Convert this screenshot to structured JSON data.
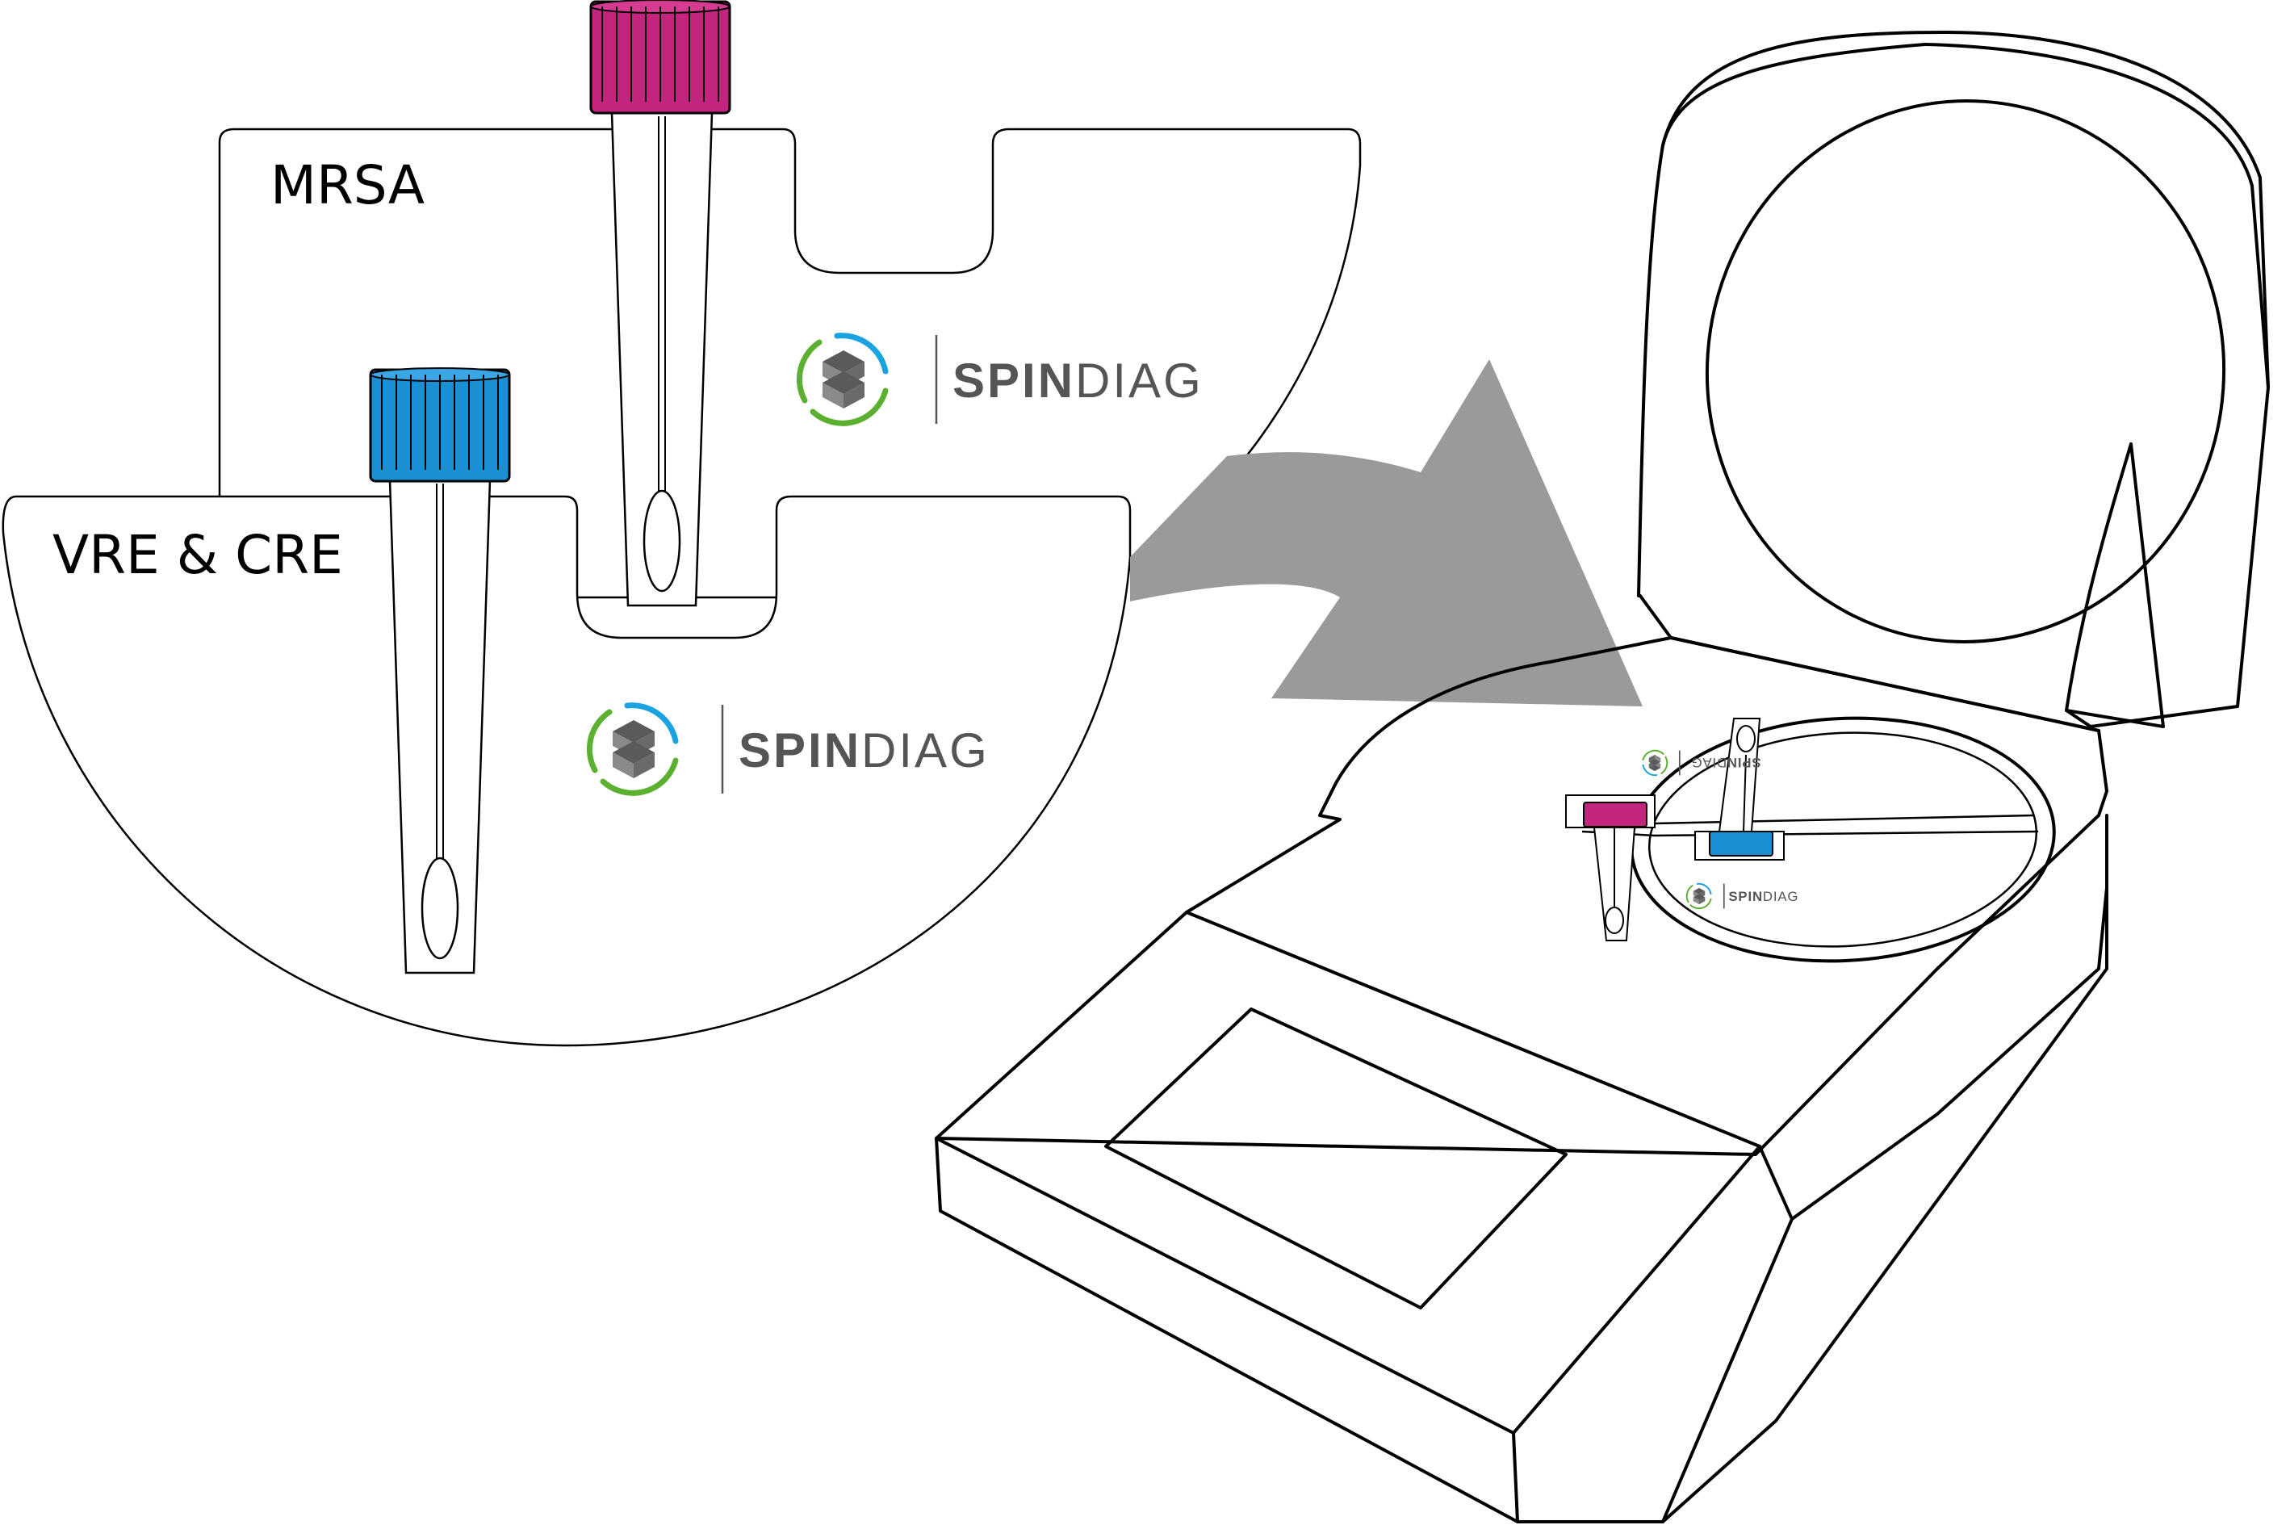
{
  "cartridges": [
    {
      "label": "MRSA",
      "cap_color": "#c2247e"
    },
    {
      "label": "VRE & CRE",
      "cap_color": "#1a8fd4"
    }
  ],
  "brand": {
    "name_part1": "SPIN",
    "name_part2": "DIAG",
    "ring_blue": "#1aa3e0",
    "ring_green": "#5cb030",
    "mark_gray": "#6f6f6f"
  },
  "arrow_color": "#9a9a9a"
}
